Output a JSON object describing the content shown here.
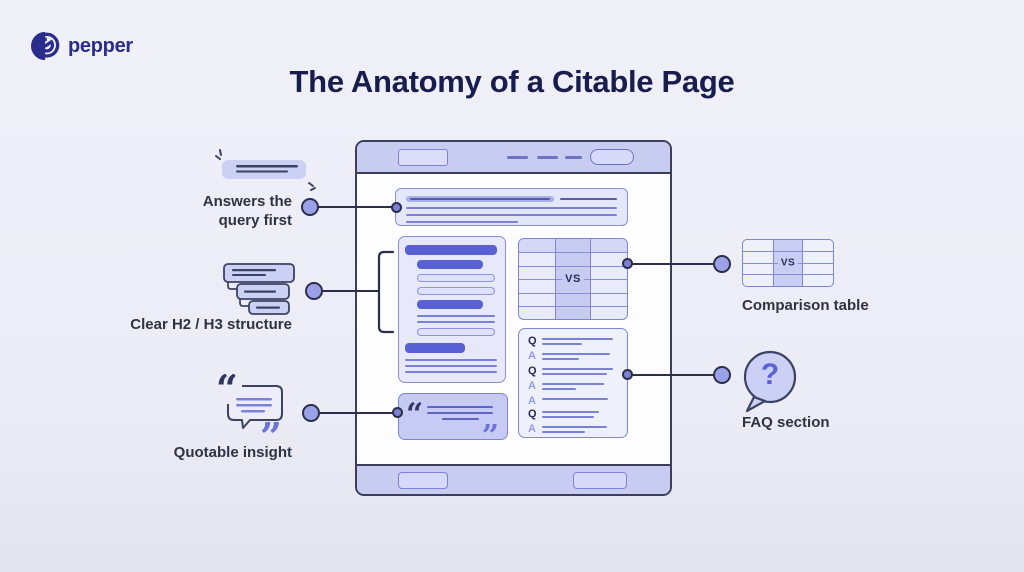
{
  "page": {
    "title": "The Anatomy of a Citable Page"
  },
  "brand": {
    "name": "pepper"
  },
  "callouts": {
    "answers": {
      "label": "Answers the query first"
    },
    "structure": {
      "label": "Clear H2 / H3 structure"
    },
    "quote": {
      "label": "Quotable insight"
    },
    "comparison": {
      "label": "Comparison table",
      "vs": "VS"
    },
    "faq": {
      "label": "FAQ section",
      "mark": "?"
    }
  },
  "mockup": {
    "vs": "VS",
    "quote_open": "“",
    "quote_close": "”",
    "faq_rows": [
      "Q",
      "A",
      "Q",
      "A",
      "A",
      "Q",
      "A"
    ]
  },
  "colors": {
    "background": "#ececf6",
    "title_navy": "#181d4e",
    "brand_indigo": "#2b2d8c",
    "accent_dark": "#5860d4",
    "accent_mid": "#c7cbf4",
    "accent_light": "#e7e9fb",
    "line_purple": "#7b81d6",
    "connector_dark": "#2b2f4a",
    "dot_fill": "#9ba1e8"
  }
}
